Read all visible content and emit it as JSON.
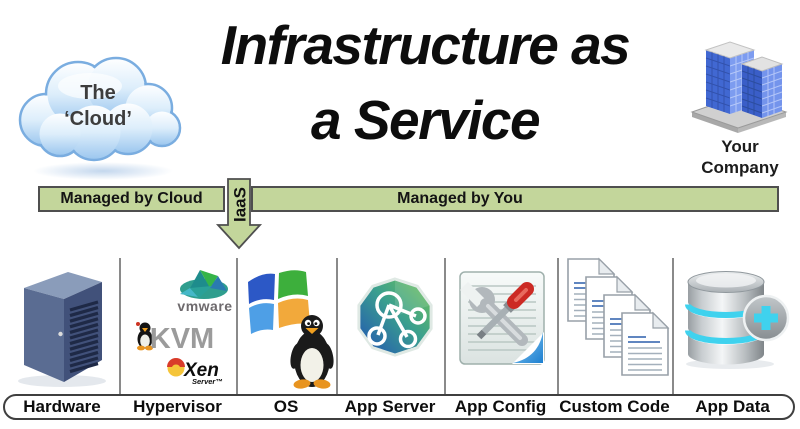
{
  "title": {
    "line1": "Infrastructure as",
    "line2": "a Service"
  },
  "cloud_label": {
    "line1": "The",
    "line2": "‘Cloud’"
  },
  "company_label": {
    "line1": "Your",
    "line2": "Company"
  },
  "bar": {
    "left_label": "Managed by Cloud",
    "right_label": "Managed by You",
    "arrow_label": "IaaS",
    "fill_color": "#c3d69b",
    "border_color": "#4f4f4f"
  },
  "hypervisor_logos": {
    "vmware": "vmware",
    "kvm": "KVM",
    "xen": "Xen",
    "xen_sub": "Server™"
  },
  "accent_colors": {
    "database_ring": "#3fd2ee",
    "building_blue": "#4168d2"
  },
  "columns": [
    {
      "label": "Hardware",
      "icon": "server-tower-icon"
    },
    {
      "label": "Hypervisor",
      "icon": "hypervisor-logos-icon"
    },
    {
      "label": "OS",
      "icon": "windows-tux-icon"
    },
    {
      "label": "App Server",
      "icon": "network-gem-icon"
    },
    {
      "label": "App Config",
      "icon": "document-tools-icon"
    },
    {
      "label": "Custom Code",
      "icon": "documents-stack-icon"
    },
    {
      "label": "App Data",
      "icon": "database-plus-icon"
    }
  ]
}
